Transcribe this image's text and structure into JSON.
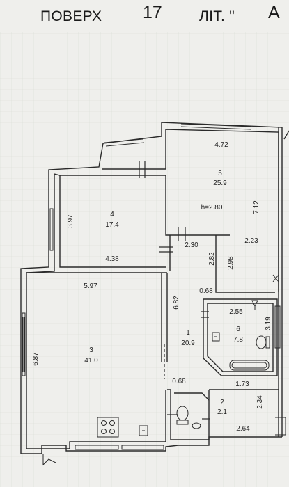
{
  "header": {
    "floor_label": "ПОВЕРХ",
    "floor_number": "17",
    "letter_label": "ЛІТ. \"",
    "letter_value": "А"
  },
  "rooms": [
    {
      "number": "1",
      "area": "20.9"
    },
    {
      "number": "2",
      "area": "2.1"
    },
    {
      "number": "3",
      "area": "41.0"
    },
    {
      "number": "4",
      "area": "17.4"
    },
    {
      "number": "5",
      "area": "25.9"
    },
    {
      "number": "6",
      "area": "7.8"
    }
  ],
  "ceiling_height": "h=2.80",
  "dimensions": {
    "d_4_72": "4.72",
    "d_7_12": "7.12",
    "d_2_23": "2.23",
    "d_2_30": "2.30",
    "d_2_82": "2.82",
    "d_2_98": "2.98",
    "d_3_97": "3.97",
    "d_4_38": "4.38",
    "d_5_97": "5.97",
    "d_6_82": "6.82",
    "d_0_68_top": "0.68",
    "d_2_55": "2.55",
    "d_3_19": "3.19",
    "d_6_87": "6.87",
    "d_0_68_bottom": "0.68",
    "d_1_73": "1.73",
    "d_2_34": "2.34",
    "d_2_64": "2.64"
  },
  "colors": {
    "wall": "#2a2a2a",
    "paper": "#efefec",
    "grid": "#d9dcd6"
  }
}
